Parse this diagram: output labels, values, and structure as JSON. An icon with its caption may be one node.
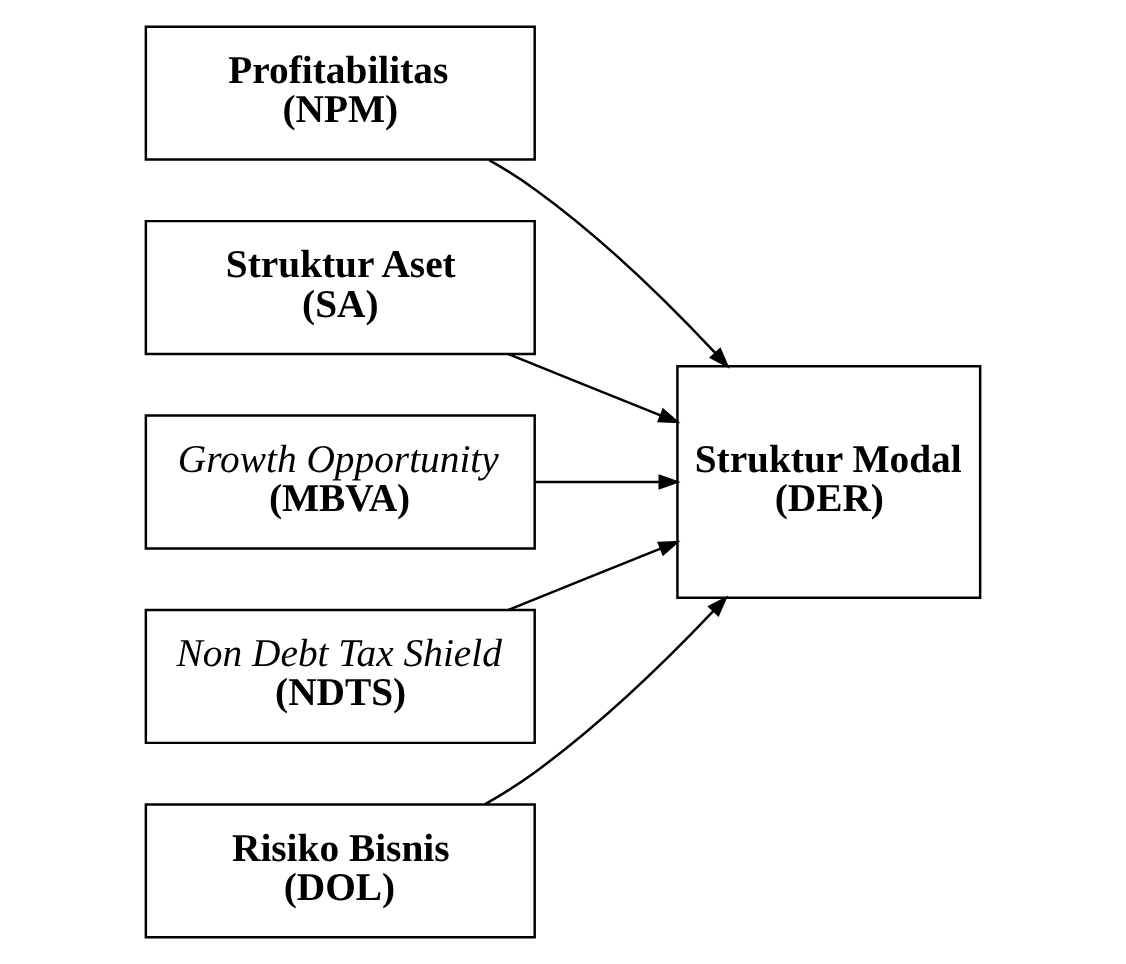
{
  "diagram": {
    "nodes": [
      {
        "text": [
          "Profitabilitas",
          "(NPM)"
        ]
      },
      {
        "text": [
          "Struktur Aset",
          "(SA)"
        ]
      },
      {
        "text": [
          "Growth Opportunity",
          "(MBVA)"
        ]
      },
      {
        "text": [
          "Non Debt Tax Shield",
          "(NDTS)"
        ]
      },
      {
        "text": [
          "Risiko Bisnis",
          "(DOL)"
        ]
      },
      {
        "text": [
          "Struktur Modal",
          "(DER)"
        ]
      }
    ],
    "edges": [
      {
        "from": 0,
        "to": 5,
        "arrow": "to"
      },
      {
        "from": 1,
        "to": 5,
        "arrow": "to"
      },
      {
        "from": 2,
        "to": 5,
        "arrow": "to"
      },
      {
        "from": 3,
        "to": 5,
        "arrow": "to"
      },
      {
        "from": 4,
        "to": 5,
        "arrow": "to"
      }
    ]
  }
}
